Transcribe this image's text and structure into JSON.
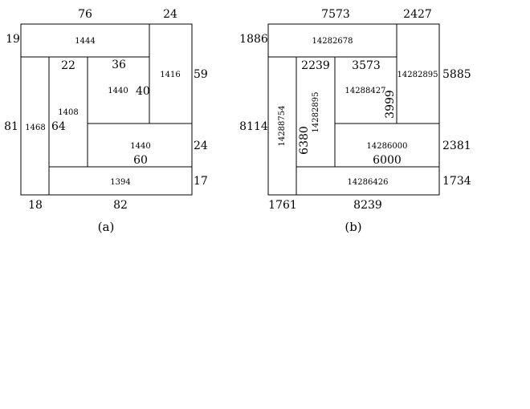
{
  "figure_a": {
    "caption": "(a)",
    "top_labels": [
      "76",
      "24"
    ],
    "left_labels": [
      "19",
      "81"
    ],
    "right_labels": [
      "59",
      "24",
      "17"
    ],
    "bottom_labels": [
      "18",
      "82"
    ],
    "cells": {
      "top_area": "1444",
      "right_top_area": "1416",
      "left_col_area": "1468",
      "inner_col_width": "22",
      "inner_col_area": "1408",
      "inner_col_height": "64",
      "center_width": "36",
      "center_area": "1440",
      "center_height": "40",
      "lower_right_area": "1440",
      "lower_right_width": "60",
      "bottom_area": "1394"
    }
  },
  "figure_b": {
    "caption": "(b)",
    "top_labels": [
      "7573",
      "2427"
    ],
    "left_labels": [
      "1886",
      "8114"
    ],
    "right_labels": [
      "5885",
      "2381",
      "1734"
    ],
    "bottom_labels": [
      "1761",
      "8239"
    ],
    "cells": {
      "top_area": "14282678",
      "right_top_area": "14282895",
      "left_col_area": "14288754",
      "inner_col_width": "2239",
      "inner_col_area": "14282895",
      "inner_col_height": "6380",
      "center_width": "3573",
      "center_area": "14288427",
      "center_height": "3999",
      "lower_right_area": "14286000",
      "lower_right_width": "6000",
      "bottom_area": "14286426"
    }
  }
}
